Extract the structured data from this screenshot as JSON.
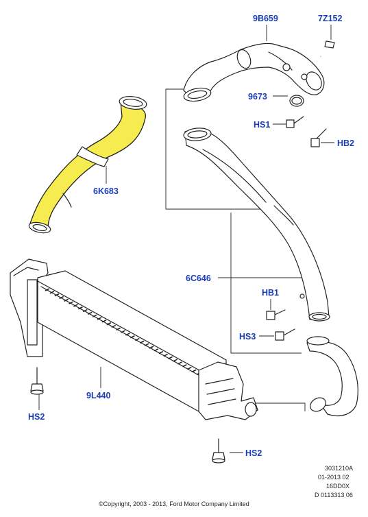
{
  "colors": {
    "label": "#1a3fb5",
    "highlight": "#f6ec4f",
    "ink": "#222222"
  },
  "labels": {
    "9B659": "9B659",
    "7Z152": "7Z152",
    "9673": "9673",
    "HS1": "HS1",
    "HB2": "HB2",
    "6K683": "6K683",
    "6C646": "6C646",
    "HB1": "HB1",
    "HS3": "HS3",
    "9L440": "9L440",
    "HS2_left": "HS2",
    "HS2_bottom": "HS2"
  },
  "reference": {
    "line1": "3031210A",
    "line2": "01-2013 02",
    "line3": "16DD0X",
    "line4": "D 0113313 06"
  },
  "copyright": "©Copyright, 2003 - 2013, Ford Motor Company Limited"
}
